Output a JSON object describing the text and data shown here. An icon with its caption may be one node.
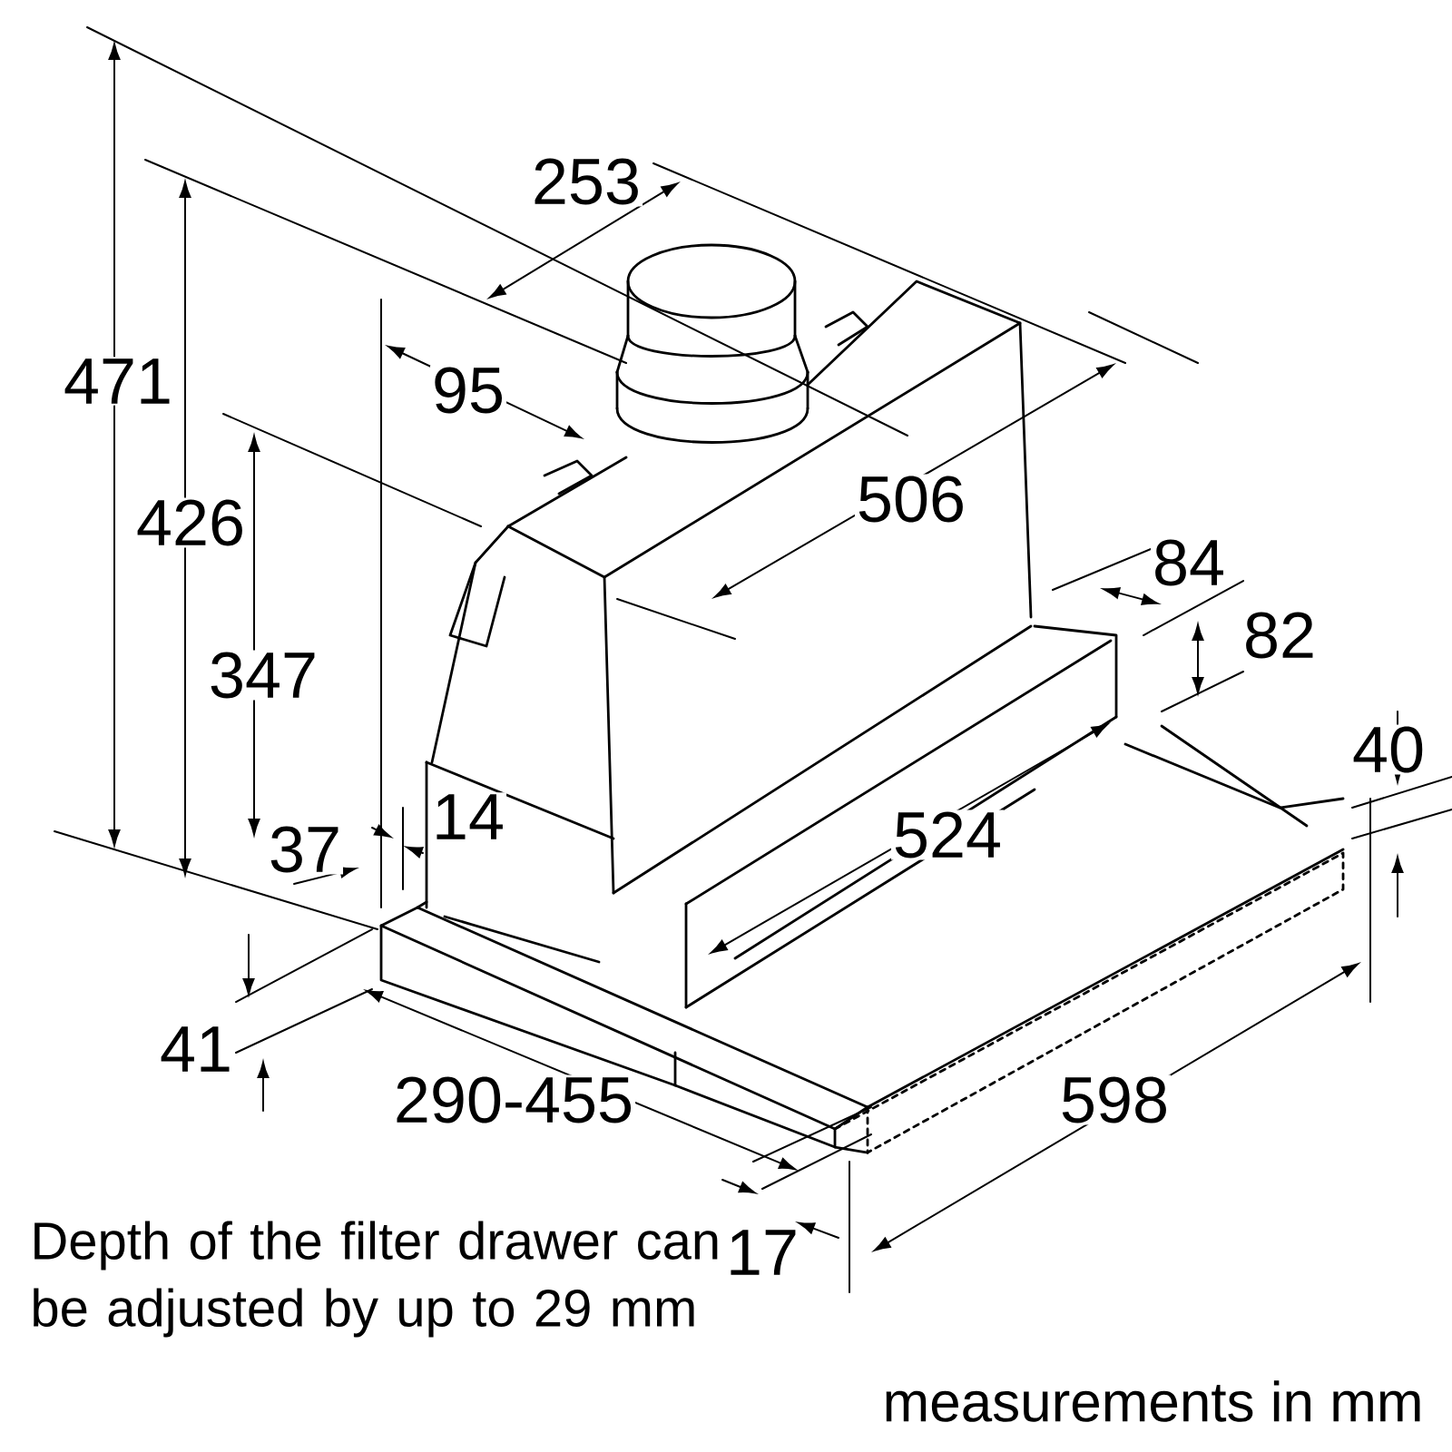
{
  "diagram": {
    "labels": [
      "471",
      "253",
      "426",
      "95",
      "506",
      "347",
      "84",
      "82",
      "40",
      "14",
      "37",
      "524",
      "41",
      "290-455",
      "598",
      "17",
      "Depth of the filter drawer can be adjusted by up to 29 mm",
      "measurements in mm"
    ]
  }
}
